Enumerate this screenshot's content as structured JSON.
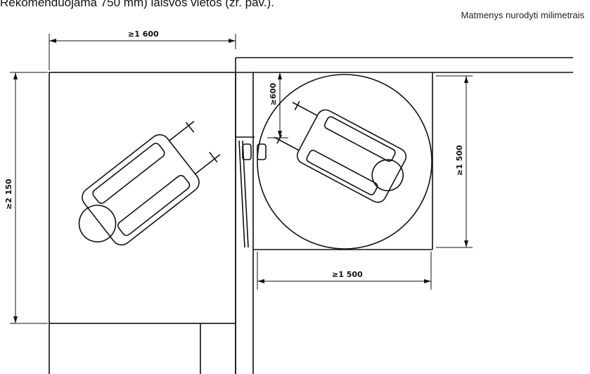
{
  "header": {
    "cut_text": "Rekomenduojama 750 mm) laisvos vietos (žr. pav.).",
    "units_note": "Matmenys nurodyti milimetrais"
  },
  "dimensions": {
    "top_width": "≥1 600",
    "left_height": "≥2 150",
    "turn_offset": "≥600",
    "right_height": "≥1 500",
    "bottom_width": "≥1 500"
  }
}
